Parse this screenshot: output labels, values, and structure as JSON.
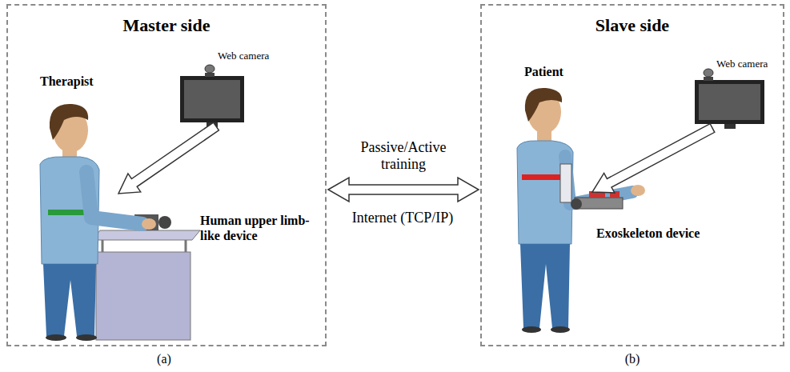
{
  "diagram": {
    "nodes": [
      {
        "text": [
          "Master side"
        ]
      },
      {
        "text": [
          "Slave side"
        ]
      }
    ],
    "edges": [
      {
        "from": 0,
        "to": 1,
        "arrow": "both",
        "label": "Passive/Active training"
      }
    ],
    "labels": [
      "Therapist",
      "Web camera",
      "Human upper limb-like device",
      "(a)",
      "Patient",
      "Web camera",
      "Exoskeleton device",
      "(b)",
      "Internet (TCP/IP)"
    ]
  }
}
